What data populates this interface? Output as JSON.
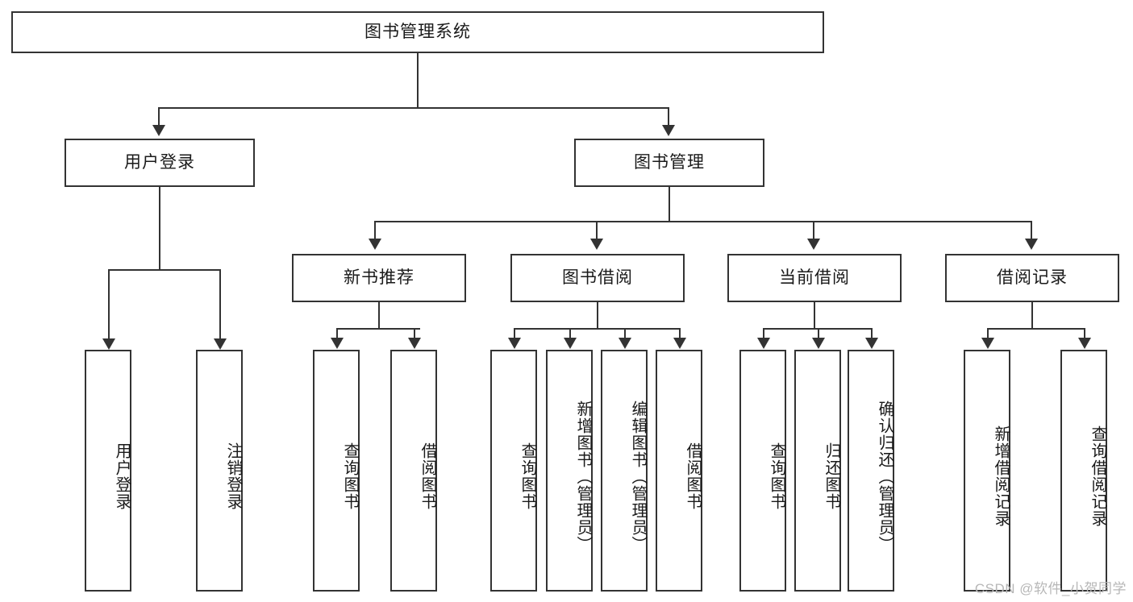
{
  "diagram": {
    "title": "图书管理系统",
    "watermark": "CSDN @软件_小贺同学",
    "type": "tree",
    "orientation": "top-down",
    "colors": {
      "background": "#ffffff",
      "box_fill": "#ffffff",
      "box_border": "#333333",
      "connector": "#333333",
      "text": "#1a1a1a",
      "watermark": "#b7b7b7"
    }
  },
  "nodes": {
    "root": {
      "id": "root",
      "label": "图书管理系统",
      "level": 1,
      "text_orientation": "horizontal"
    },
    "l2": [
      {
        "id": "user-login",
        "label": "用户登录",
        "level": 2,
        "text_orientation": "horizontal",
        "parent": "root"
      },
      {
        "id": "book-management",
        "label": "图书管理",
        "level": 2,
        "text_orientation": "horizontal",
        "parent": "root"
      }
    ],
    "l3": [
      {
        "id": "new-book-recommend",
        "label": "新书推荐",
        "level": 3,
        "text_orientation": "horizontal",
        "parent": "book-management"
      },
      {
        "id": "book-borrow",
        "label": "图书借阅",
        "level": 3,
        "text_orientation": "horizontal",
        "parent": "book-management"
      },
      {
        "id": "current-borrow",
        "label": "当前借阅",
        "level": 3,
        "text_orientation": "horizontal",
        "parent": "book-management"
      },
      {
        "id": "borrow-record",
        "label": "借阅记录",
        "level": 3,
        "text_orientation": "horizontal",
        "parent": "book-management"
      }
    ],
    "leaves": [
      {
        "id": "leaf-user-login",
        "label": "用户登录",
        "parent": "user-login",
        "text_orientation": "vertical"
      },
      {
        "id": "leaf-logout",
        "label": "注销登录",
        "parent": "user-login",
        "text_orientation": "vertical"
      },
      {
        "id": "leaf-query-book-1",
        "label": "查询图书",
        "parent": "new-book-recommend",
        "text_orientation": "vertical"
      },
      {
        "id": "leaf-borrow-book-1",
        "label": "借阅图书",
        "parent": "new-book-recommend",
        "text_orientation": "vertical"
      },
      {
        "id": "leaf-query-book-2",
        "label": "查询图书",
        "parent": "book-borrow",
        "text_orientation": "vertical"
      },
      {
        "id": "leaf-add-book",
        "label": "新增图书（管理员）",
        "parent": "book-borrow",
        "text_orientation": "vertical"
      },
      {
        "id": "leaf-edit-book",
        "label": "编辑图书（管理员）",
        "parent": "book-borrow",
        "text_orientation": "vertical"
      },
      {
        "id": "leaf-borrow-book-2",
        "label": "借阅图书",
        "parent": "book-borrow",
        "text_orientation": "vertical"
      },
      {
        "id": "leaf-query-book-3",
        "label": "查询图书",
        "parent": "current-borrow",
        "text_orientation": "vertical"
      },
      {
        "id": "leaf-return-book",
        "label": "归还图书",
        "parent": "current-borrow",
        "text_orientation": "vertical"
      },
      {
        "id": "leaf-confirm-return",
        "label": "确认归还（管理员）",
        "parent": "current-borrow",
        "text_orientation": "vertical"
      },
      {
        "id": "leaf-add-record",
        "label": "新增借阅记录",
        "parent": "borrow-record",
        "text_orientation": "vertical"
      },
      {
        "id": "leaf-query-record",
        "label": "查询借阅记录",
        "parent": "borrow-record",
        "text_orientation": "vertical"
      }
    ]
  }
}
